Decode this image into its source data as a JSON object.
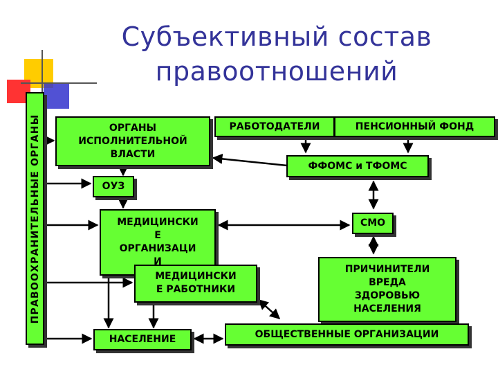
{
  "title": {
    "line1": "Субъективный состав",
    "line2": "правоотношений"
  },
  "colors": {
    "title": "#333399",
    "box_fill": "#66ff33",
    "box_border": "#000000",
    "deco_yellow": "#ffcc00",
    "deco_red": "#ff3333",
    "deco_blue": "#3333cc"
  },
  "side_box": {
    "label": "ПРАВООХРАНИТЕЛЬНЫЕ ОРГАНЫ"
  },
  "boxes": {
    "organy_ispolnitelnoy_vlasti": [
      "ОРГАНЫ",
      "ИСПОЛНИТЕЛЬНОЙ",
      "ВЛАСТИ"
    ],
    "ouz": "ОУЗ",
    "med_organizatsii": [
      "МЕДИЦИНСКИ",
      "Е",
      "ОРГАНИЗАЦИ",
      "И"
    ],
    "med_rabotniki": [
      "МЕДИЦИНСКИ",
      "Е РАБОТНИКИ"
    ],
    "naselenie": "НАСЕЛЕНИЕ",
    "rabotodateli": "РАБОТОДАТЕЛИ",
    "pensionny_fond": "ПЕНСИОННЫЙ ФОНД",
    "ffoms_tfoms": "ФФОМС и ТФОМС",
    "smo": "СМО",
    "prichiniteli": [
      "ПРИЧИНИТЕЛИ",
      "ВРЕДА",
      "ЗДОРОВЬЮ",
      "НАСЕЛЕНИЯ"
    ],
    "obshchestvennye": "ОБЩЕСТВЕННЫЕ ОРГАНИЗАЦИИ"
  }
}
